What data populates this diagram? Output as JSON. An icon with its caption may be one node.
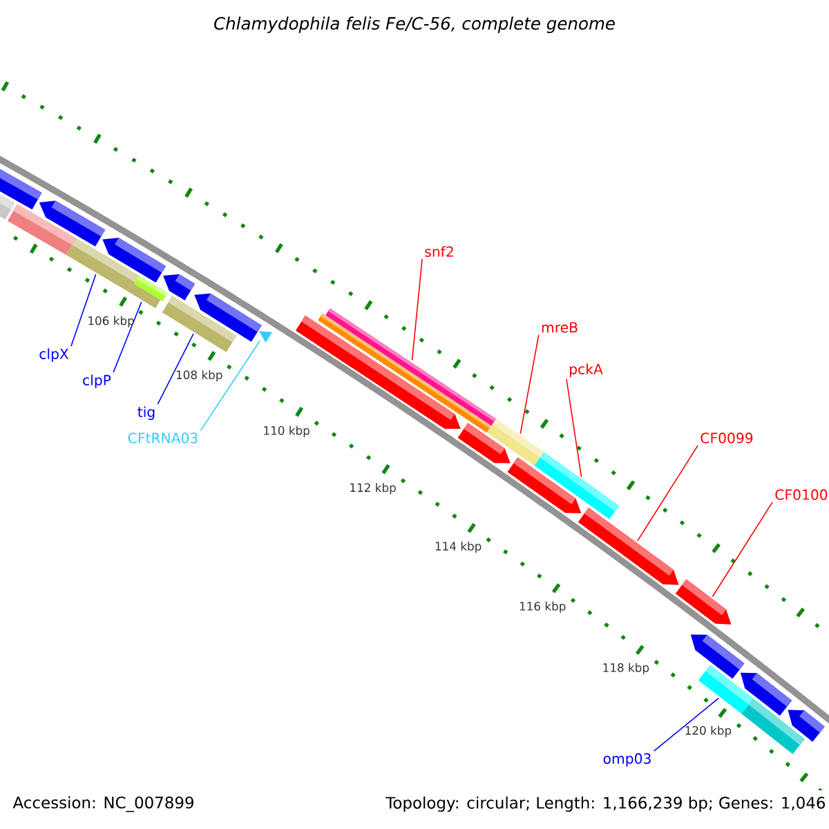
{
  "diagram": {
    "title": "Chlamydophila felis Fe/C-56, complete genome",
    "nodes": [
      {
        "text": [
          "snf2"
        ]
      },
      {
        "text": [
          "mreB"
        ]
      },
      {
        "text": [
          "pckA"
        ]
      },
      {
        "text": [
          "CF0099"
        ]
      },
      {
        "text": [
          "CF0100"
        ]
      },
      {
        "text": [
          "clpX"
        ]
      },
      {
        "text": [
          "clpP"
        ]
      },
      {
        "text": [
          "tig"
        ]
      },
      {
        "text": [
          "CFtRNA03"
        ]
      },
      {
        "text": [
          "omp03"
        ]
      },
      {
        "text": [],
        "shape": "bar"
      },
      {
        "text": [],
        "shape": "bar"
      },
      {
        "text": [],
        "shape": "bar"
      },
      {
        "text": [],
        "shape": "bar"
      },
      {
        "text": [],
        "shape": "bar"
      },
      {
        "text": [],
        "shape": "bar"
      },
      {
        "text": [],
        "shape": "bar"
      },
      {
        "text": [],
        "shape": "bar"
      },
      {
        "text": [],
        "shape": "bar"
      },
      {
        "text": [],
        "shape": "bar"
      },
      {
        "text": [],
        "shape": "bar"
      },
      {
        "text": [],
        "shape": "bar"
      },
      {
        "text": [],
        "shape": "bar"
      },
      {
        "text": [],
        "shape": "bar"
      },
      {
        "text": [],
        "shape": "bar"
      },
      {
        "text": [],
        "shape": "bar"
      },
      {
        "text": [],
        "shape": "bar"
      },
      {
        "text": [],
        "shape": "bar"
      },
      {
        "text": [],
        "shape": "bar"
      },
      {
        "text": [],
        "shape": "bar"
      },
      {
        "text": [],
        "shape": "bar"
      },
      {
        "text": [],
        "shape": "bar"
      },
      {
        "text": [],
        "shape": "bar"
      },
      {
        "text": [],
        "shape": "bar"
      }
    ],
    "edges": [
      {
        "from": 0,
        "to": 10,
        "arrow": "none"
      },
      {
        "from": 1,
        "to": 11,
        "arrow": "none"
      },
      {
        "from": 2,
        "to": 12,
        "arrow": "none"
      },
      {
        "from": 3,
        "to": 13,
        "arrow": "none"
      },
      {
        "from": 4,
        "to": 14,
        "arrow": "none"
      },
      {
        "from": 5,
        "to": 15,
        "arrow": "none",
        "color": "#0000ff"
      },
      {
        "from": 6,
        "to": 16,
        "arrow": "none",
        "color": "#0000ff"
      },
      {
        "from": 7,
        "to": 17,
        "arrow": "none",
        "color": "#0000ff"
      },
      {
        "from": 8,
        "to": 18,
        "arrow": "none",
        "color": "#33ccff"
      },
      {
        "from": 9,
        "to": 19,
        "arrow": "none",
        "color": "#0000ff"
      }
    ],
    "labels": [
      "106 kbp",
      "108 kbp",
      "110 kbp",
      "112 kbp",
      "114 kbp",
      "116 kbp",
      "118 kbp",
      "120 kbp",
      "Accession: NC_007899",
      "Topology: circular; Length: 1,166,239 bp; Genes: 1,046"
    ]
  }
}
